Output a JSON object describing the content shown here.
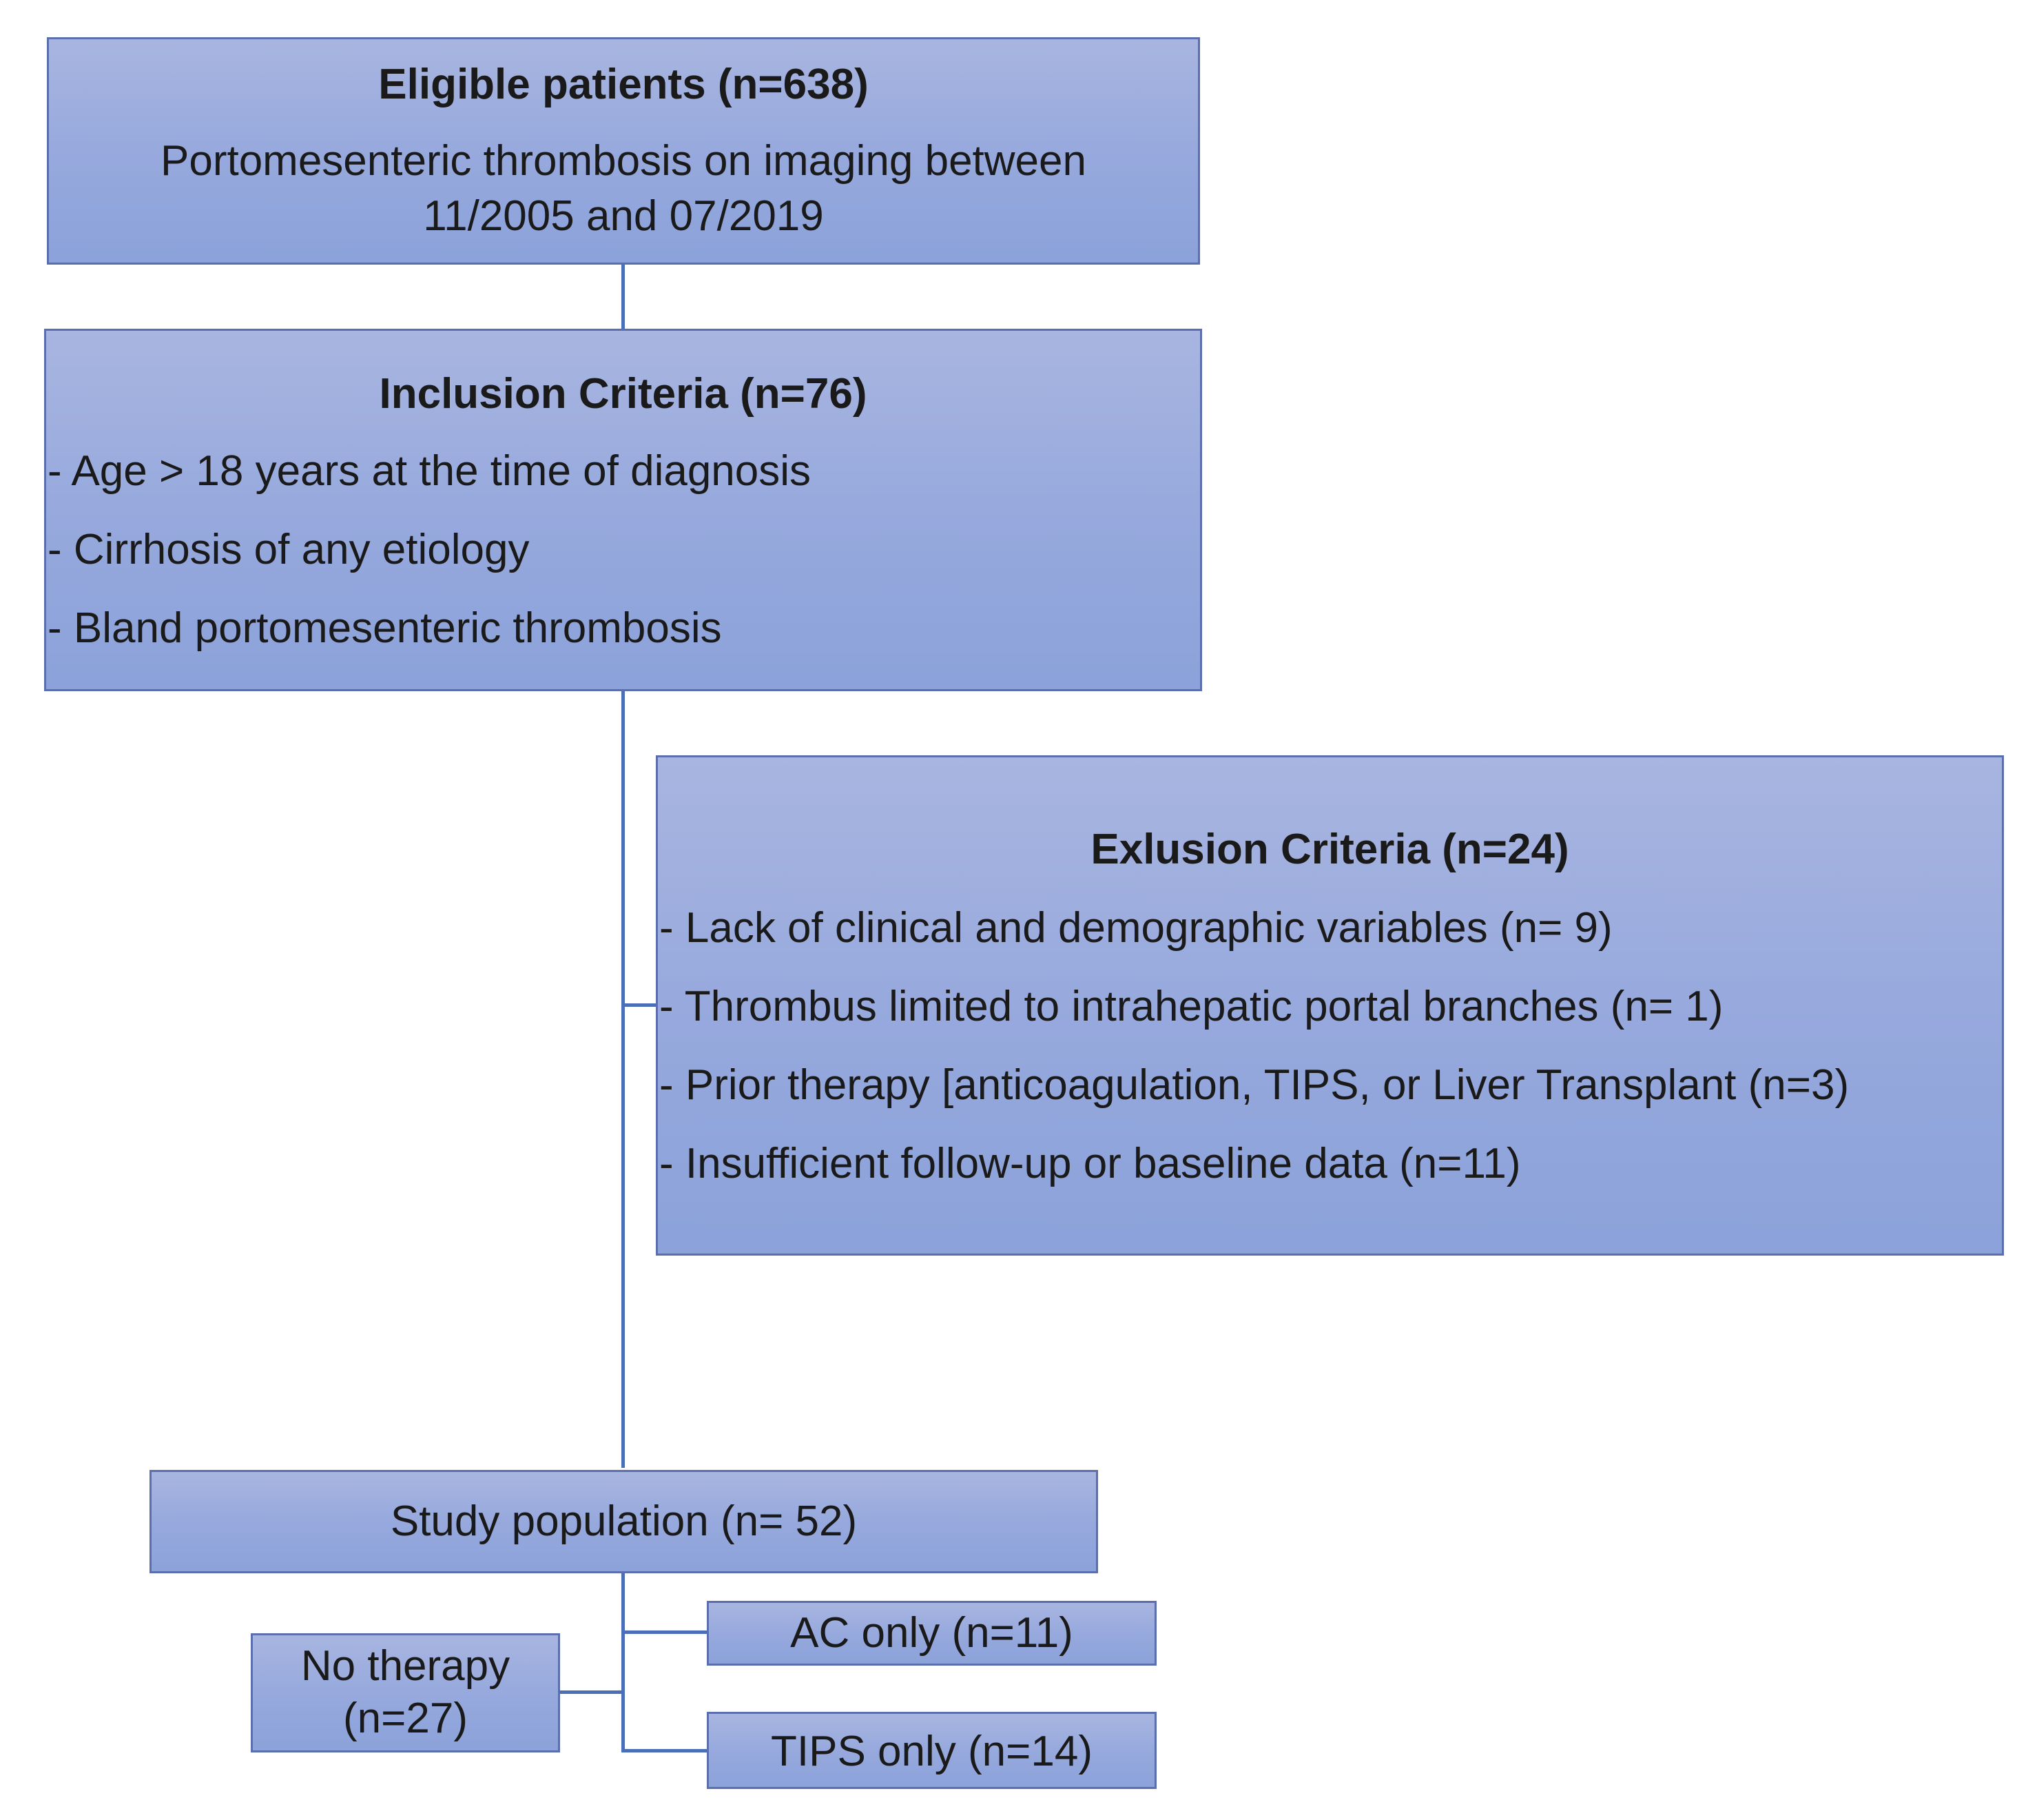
{
  "eligible": {
    "title": "Eligible patients (n=638)",
    "line1": "Portomesenteric thrombosis on imaging between",
    "line2": "11/2005 and 07/2019"
  },
  "inclusion": {
    "title": "Inclusion Criteria (n=76)",
    "items": [
      "- Age > 18 years at the time of diagnosis",
      "- Cirrhosis of any etiology",
      "- Bland portomesenteric thrombosis"
    ]
  },
  "exclusion": {
    "title": "Exlusion Criteria (n=24)",
    "items": [
      "- Lack of clinical and demographic variables (n= 9)",
      "- Thrombus limited to intrahepatic portal branches (n= 1)",
      "- Prior therapy [anticoagulation, TIPS, or Liver Transplant (n=3)",
      "- Insufficient follow-up or baseline data (n=11)"
    ]
  },
  "study": {
    "label": "Study population (n= 52)"
  },
  "no_therapy": {
    "line1": "No therapy",
    "line2": "(n=27)"
  },
  "ac_only": {
    "label": "AC only (n=11)"
  },
  "tips_only": {
    "label": "TIPS only (n=14)"
  },
  "colors": {
    "box_fill": "#97a9dd",
    "box_border": "#5b6fae",
    "connector": "#4a6fb8"
  }
}
